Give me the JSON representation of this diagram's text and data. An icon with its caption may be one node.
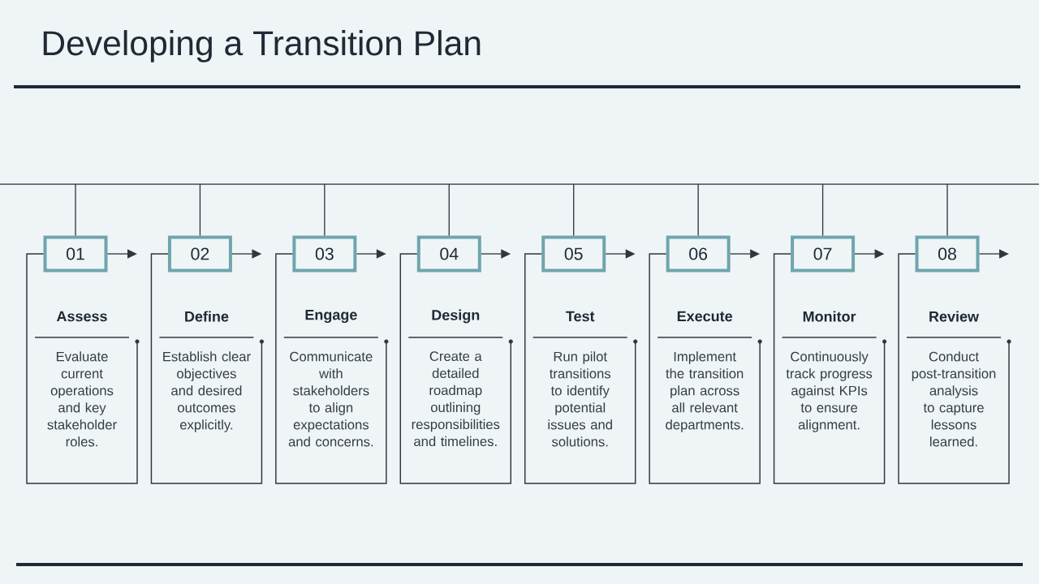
{
  "diagram": {
    "title": "Developing a Transition Plan",
    "nodes": [
      {
        "text": [
          "01"
        ]
      },
      {
        "text": [
          "Assess",
          "Evaluate current operations and key stakeholder roles."
        ]
      },
      {
        "text": [
          "02"
        ]
      },
      {
        "text": [
          "Define",
          "Establish clear objectives and desired outcomes explicitly."
        ]
      },
      {
        "text": [
          "03"
        ]
      },
      {
        "text": [
          "Engage",
          "Communicate with stakeholders to align expectations and concerns."
        ]
      },
      {
        "text": [
          "04"
        ]
      },
      {
        "text": [
          "Design",
          "Create a detailed roadmap outlining responsibilities and timelines."
        ]
      },
      {
        "text": [
          "05"
        ]
      },
      {
        "text": [
          "Test",
          "Run pilot transitions to identify potential issues and solutions."
        ]
      },
      {
        "text": [
          "06"
        ]
      },
      {
        "text": [
          "Execute",
          "Implement the transition plan across all relevant departments."
        ]
      },
      {
        "text": [
          "07"
        ]
      },
      {
        "text": [
          "Monitor",
          "Continuously track progress against KPIs to ensure alignment."
        ]
      },
      {
        "text": [
          "08"
        ]
      },
      {
        "text": [
          "Review",
          "Conduct post-transition analysis to capture lessons learned."
        ]
      }
    ],
    "edges": [
      {
        "from": null,
        "to": 0,
        "arrow": "none"
      },
      {
        "from": 0,
        "to": 1,
        "arrow": "to"
      },
      {
        "from": null,
        "to": 2,
        "arrow": "none"
      },
      {
        "from": 2,
        "to": 3,
        "arrow": "to"
      },
      {
        "from": null,
        "to": 4,
        "arrow": "none"
      },
      {
        "from": 4,
        "to": 5,
        "arrow": "to"
      },
      {
        "from": null,
        "to": 6,
        "arrow": "none"
      },
      {
        "from": 6,
        "to": 7,
        "arrow": "to"
      },
      {
        "from": null,
        "to": 8,
        "arrow": "none"
      },
      {
        "from": 8,
        "to": 9,
        "arrow": "to"
      },
      {
        "from": null,
        "to": 10,
        "arrow": "none"
      },
      {
        "from": 10,
        "to": 11,
        "arrow": "to"
      },
      {
        "from": null,
        "to": 12,
        "arrow": "none"
      },
      {
        "from": 12,
        "to": 13,
        "arrow": "to"
      },
      {
        "from": null,
        "to": 14,
        "arrow": "none"
      },
      {
        "from": 14,
        "to": 15,
        "arrow": "to"
      }
    ]
  }
}
